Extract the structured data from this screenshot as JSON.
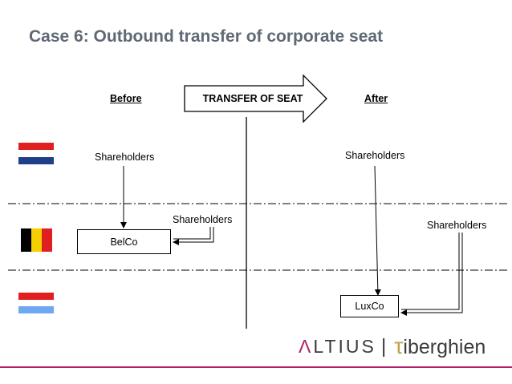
{
  "title": "Case 6: Outbound transfer of corporate seat",
  "headers": {
    "before": "Before",
    "after": "After"
  },
  "arrow_label": "TRANSFER OF SEAT",
  "labels": {
    "shareholders_before": "Shareholders",
    "shareholders_after": "Shareholders",
    "shareholders_be": "Shareholders",
    "shareholders_lu": "Shareholders"
  },
  "boxes": {
    "belco": "BelCo",
    "luxco": "LuxCo"
  },
  "flags": [
    {
      "name": "netherlands",
      "colors": [
        "#e02020",
        "#ffffff",
        "#1f3f8a"
      ]
    },
    {
      "name": "belgium",
      "colors": [
        "#000000",
        "#f5d000",
        "#e02020"
      ]
    },
    {
      "name": "luxembourg",
      "colors": [
        "#e02020",
        "#ffffff",
        "#6fa8f0"
      ]
    }
  ],
  "logo": {
    "accent_letter": "Λ",
    "left_rest": "LTIUS",
    "separator": "|",
    "right_first": "τ",
    "right_rest": "iberghien"
  },
  "colors": {
    "title": "#5f6975",
    "accent_pink": "#b3206a",
    "gold": "#c1a04a",
    "footer_line": "#b3206a"
  }
}
